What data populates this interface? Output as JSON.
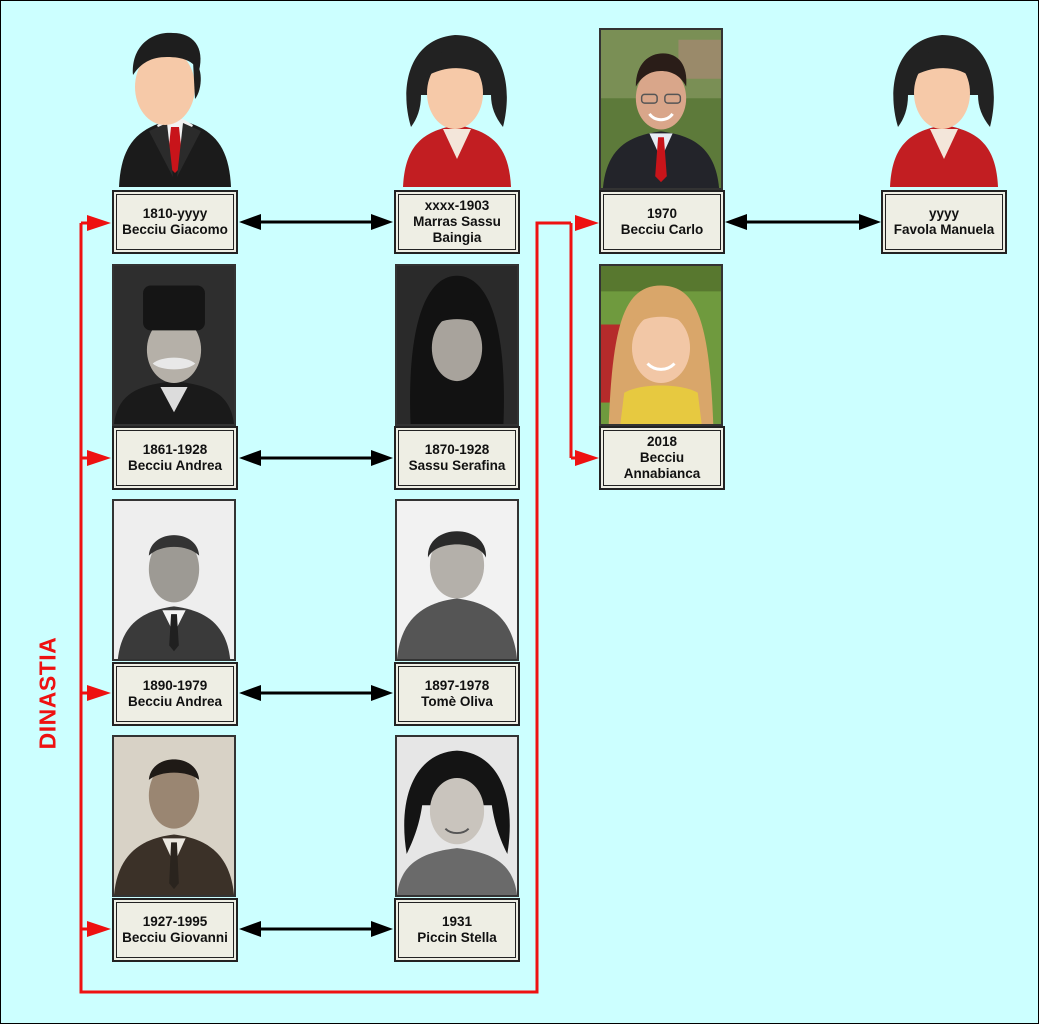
{
  "side_label": "DINASTIA",
  "colors": {
    "background": "#ccffff",
    "dynasty_line": "#ee1111",
    "spouse_arrow": "#000000",
    "label_fill": "#eeeee4"
  },
  "people": {
    "giacomo": {
      "years": "1810-yyyy",
      "name_lines": [
        "Becciu Giacomo"
      ],
      "picture": "male-avatar-icon"
    },
    "marras": {
      "years": "xxxx-1903",
      "name_lines": [
        "Marras Sassu",
        "Baingia"
      ],
      "picture": "female-avatar-icon"
    },
    "carlo": {
      "years": "1970",
      "name_lines": [
        "Becciu Carlo"
      ],
      "picture": "photo"
    },
    "manuela": {
      "years": "yyyy",
      "name_lines": [
        "Favola Manuela"
      ],
      "picture": "female-avatar-icon"
    },
    "andrea1": {
      "years": "1861-1928",
      "name_lines": [
        "Becciu Andrea"
      ],
      "picture": "photo"
    },
    "serafina": {
      "years": "1870-1928",
      "name_lines": [
        "Sassu Serafina"
      ],
      "picture": "photo"
    },
    "annabianca": {
      "years": "2018",
      "name_lines": [
        "Becciu",
        "Annabianca"
      ],
      "picture": "photo"
    },
    "andrea2": {
      "years": "1890-1979",
      "name_lines": [
        "Becciu Andrea"
      ],
      "picture": "photo"
    },
    "oliva": {
      "years": "1897-1978",
      "name_lines": [
        "Tomè Oliva"
      ],
      "picture": "photo"
    },
    "giovanni": {
      "years": "1927-1995",
      "name_lines": [
        "Becciu Giovanni"
      ],
      "picture": "photo"
    },
    "stella": {
      "years": "1931",
      "name_lines": [
        "Piccin Stella"
      ],
      "picture": "photo"
    }
  }
}
